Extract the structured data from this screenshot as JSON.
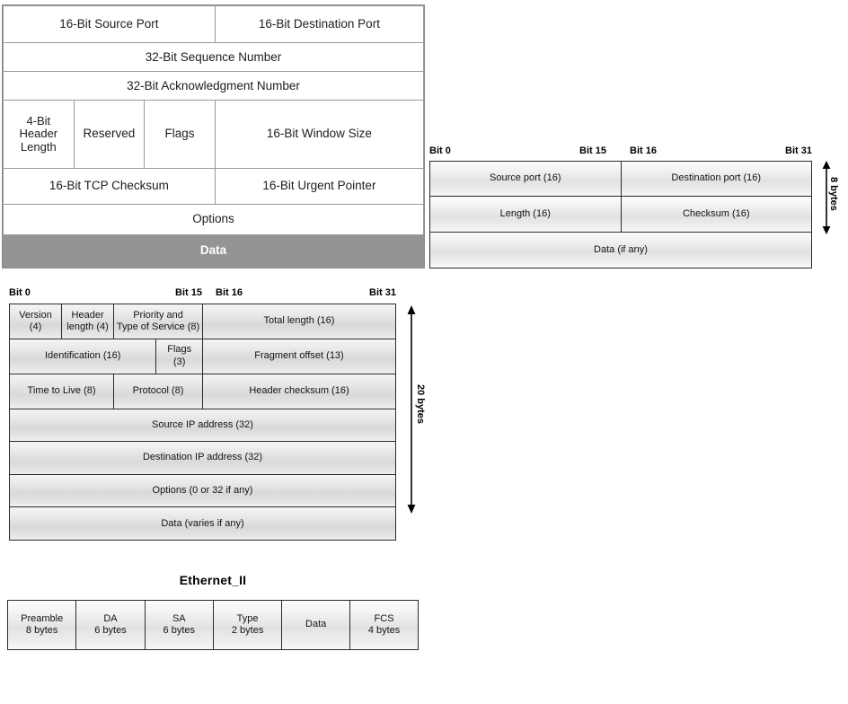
{
  "tcp_header": {
    "name": "TCP header",
    "rows": [
      {
        "cells": [
          {
            "label": "16-Bit Source Port",
            "colspan": 3
          },
          {
            "label": "16-Bit Destination Port",
            "colspan": 3
          }
        ]
      },
      {
        "cells": [
          {
            "label": "32-Bit Sequence Number",
            "colspan": 6
          }
        ]
      },
      {
        "cells": [
          {
            "label": "32-Bit Acknowledgment Number",
            "colspan": 6
          }
        ]
      },
      {
        "cells": [
          {
            "label": "4-Bit\nHeader\nLength",
            "colspan": 1
          },
          {
            "label": "Reserved",
            "colspan": 1
          },
          {
            "label": "Flags",
            "colspan": 1
          },
          {
            "label": "16-Bit Window Size",
            "colspan": 3
          }
        ]
      },
      {
        "cells": [
          {
            "label": "16-Bit TCP Checksum",
            "colspan": 3
          },
          {
            "label": "16-Bit Urgent Pointer",
            "colspan": 3
          }
        ]
      },
      {
        "cells": [
          {
            "label": "Options",
            "colspan": 6
          }
        ]
      },
      {
        "cells": [
          {
            "label": "Data",
            "colspan": 6,
            "style": "data"
          }
        ]
      }
    ]
  },
  "udp_header": {
    "name": "UDP header",
    "bit_labels": {
      "left": "Bit 0",
      "mid_left": "Bit 15",
      "mid_right": "Bit 16",
      "right": "Bit 31"
    },
    "size_label": "8 bytes",
    "rows": [
      {
        "cells": [
          {
            "label": "Source port (16)"
          },
          {
            "label": "Destination port (16)"
          }
        ]
      },
      {
        "cells": [
          {
            "label": "Length (16)"
          },
          {
            "label": "Checksum (16)"
          }
        ]
      },
      {
        "cells": [
          {
            "label": "Data (if any)",
            "colspan": 2
          }
        ]
      }
    ]
  },
  "ip_header": {
    "name": "IP header",
    "bit_labels": {
      "left": "Bit 0",
      "mid_left": "Bit 15",
      "mid_right": "Bit 16",
      "right": "Bit 31"
    },
    "size_label": "20 bytes",
    "rows": [
      {
        "cells": [
          {
            "label": "Version\n(4)"
          },
          {
            "label": "Header\nlength (4)"
          },
          {
            "label": "Priority and\nType of Service (8)"
          },
          {
            "label": "Total length (16)"
          }
        ]
      },
      {
        "cells": [
          {
            "label": "Identification (16)"
          },
          {
            "label": "Flags\n(3)"
          },
          {
            "label": "Fragment offset (13)"
          }
        ]
      },
      {
        "cells": [
          {
            "label": "Time to Live (8)"
          },
          {
            "label": "Protocol (8)"
          },
          {
            "label": "Header checksum (16)"
          }
        ]
      },
      {
        "cells": [
          {
            "label": "Source IP address (32)"
          }
        ]
      },
      {
        "cells": [
          {
            "label": "Destination IP address (32)"
          }
        ]
      },
      {
        "cells": [
          {
            "label": "Options (0 or 32 if any)"
          }
        ]
      },
      {
        "cells": [
          {
            "label": "Data (varies if any)"
          }
        ]
      }
    ]
  },
  "ethernet_frame": {
    "title": "Ethernet_II",
    "cells": [
      {
        "label": "Preamble\n8 bytes"
      },
      {
        "label": "DA\n6 bytes"
      },
      {
        "label": "SA\n6 bytes"
      },
      {
        "label": "Type\n2 bytes"
      },
      {
        "label": "Data"
      },
      {
        "label": "FCS\n4 bytes"
      }
    ]
  },
  "colors": {
    "tcp_data_row_bg": "#949494",
    "tcp_data_row_text": "#ffffff",
    "cell_border": "#2b2b2b",
    "tcp_cell_border": "#9a9a9a",
    "page_bg": "#ffffff"
  }
}
